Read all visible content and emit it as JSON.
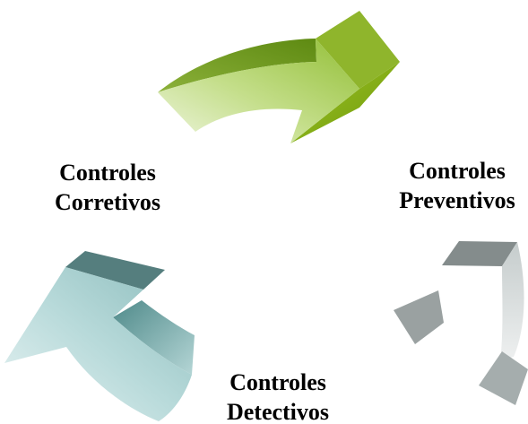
{
  "diagram": {
    "labels": {
      "corretivos": [
        "Controles",
        "Corretivos"
      ],
      "preventivos": [
        "Controles",
        "Preventivos"
      ],
      "detectivos": [
        "Controles",
        "Detectivos"
      ]
    },
    "arrows": [
      {
        "name": "green-arrow",
        "from": "corretivos",
        "to": "preventivos",
        "color": "#8db32a"
      },
      {
        "name": "gray-arrow",
        "from": "preventivos",
        "to": "detectivos",
        "color": "#9aa3a3"
      },
      {
        "name": "teal-arrow",
        "from": "detectivos",
        "to": "corretivos",
        "color": "#8fbdbd"
      }
    ]
  }
}
